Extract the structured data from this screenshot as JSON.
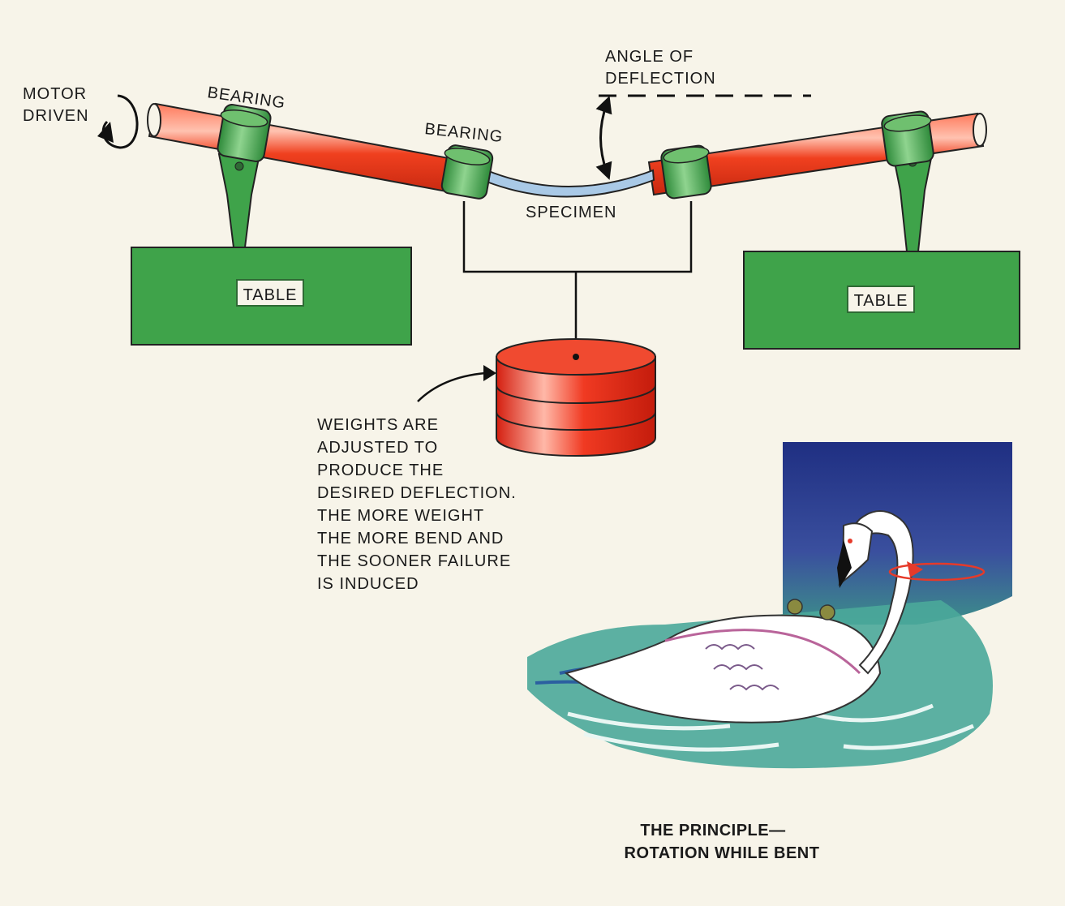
{
  "colors": {
    "shaft": "#ef3b1f",
    "shaft_highlight": "#ffb3a0",
    "bearing": "#3fa34a",
    "table": "#3fa34a",
    "specimen": "#a9c9e6",
    "weight": "#ee3322",
    "water": "#4aa89a",
    "sky": "#2e3f8f",
    "background": "#f7f4e9"
  },
  "labels": {
    "motor_line1": "MOTOR",
    "motor_line2": "DRIVEN",
    "bearing_left": "BEARING",
    "bearing_center": "BEARING",
    "angle_line1": "ANGLE OF",
    "angle_line2": "DEFLECTION",
    "specimen": "SPECIMEN",
    "table_left": "TABLE",
    "table_right": "TABLE"
  },
  "note": {
    "lines": [
      "WEIGHTS ARE",
      "ADJUSTED TO",
      "PRODUCE THE",
      "DESIRED DEFLECTION.",
      "THE MORE WEIGHT",
      "THE MORE BEND AND",
      "THE SOONER FAILURE",
      "IS INDUCED"
    ]
  },
  "caption": {
    "line1": "THE PRINCIPLE—",
    "line2": "ROTATION WHILE BENT"
  },
  "icons": {
    "rotation": "rotation-arrow-icon",
    "deflection": "double-arrow-icon",
    "pointer": "curved-arrow-icon"
  }
}
